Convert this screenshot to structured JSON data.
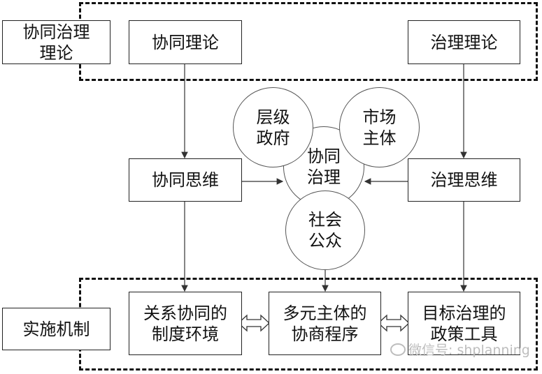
{
  "labels": {
    "collab_governance_theory": "协同治理\n理论",
    "collab_theory": "协同理论",
    "governance_theory": "治理理论",
    "collab_thinking": "协同思维",
    "governance_thinking": "治理思维",
    "hierarchical_government": "层级\n政府",
    "market_entity": "市场\n主体",
    "collab_governance": "协同\n治理",
    "social_public": "社会\n公众",
    "implementation_mechanism": "实施机制",
    "institutional_environment": "关系协同的\n制度环境",
    "negotiation_procedure": "多元主体的\n协商程序",
    "policy_tools": "目标治理的\n政策工具"
  },
  "watermark": "微信号: shplanning"
}
